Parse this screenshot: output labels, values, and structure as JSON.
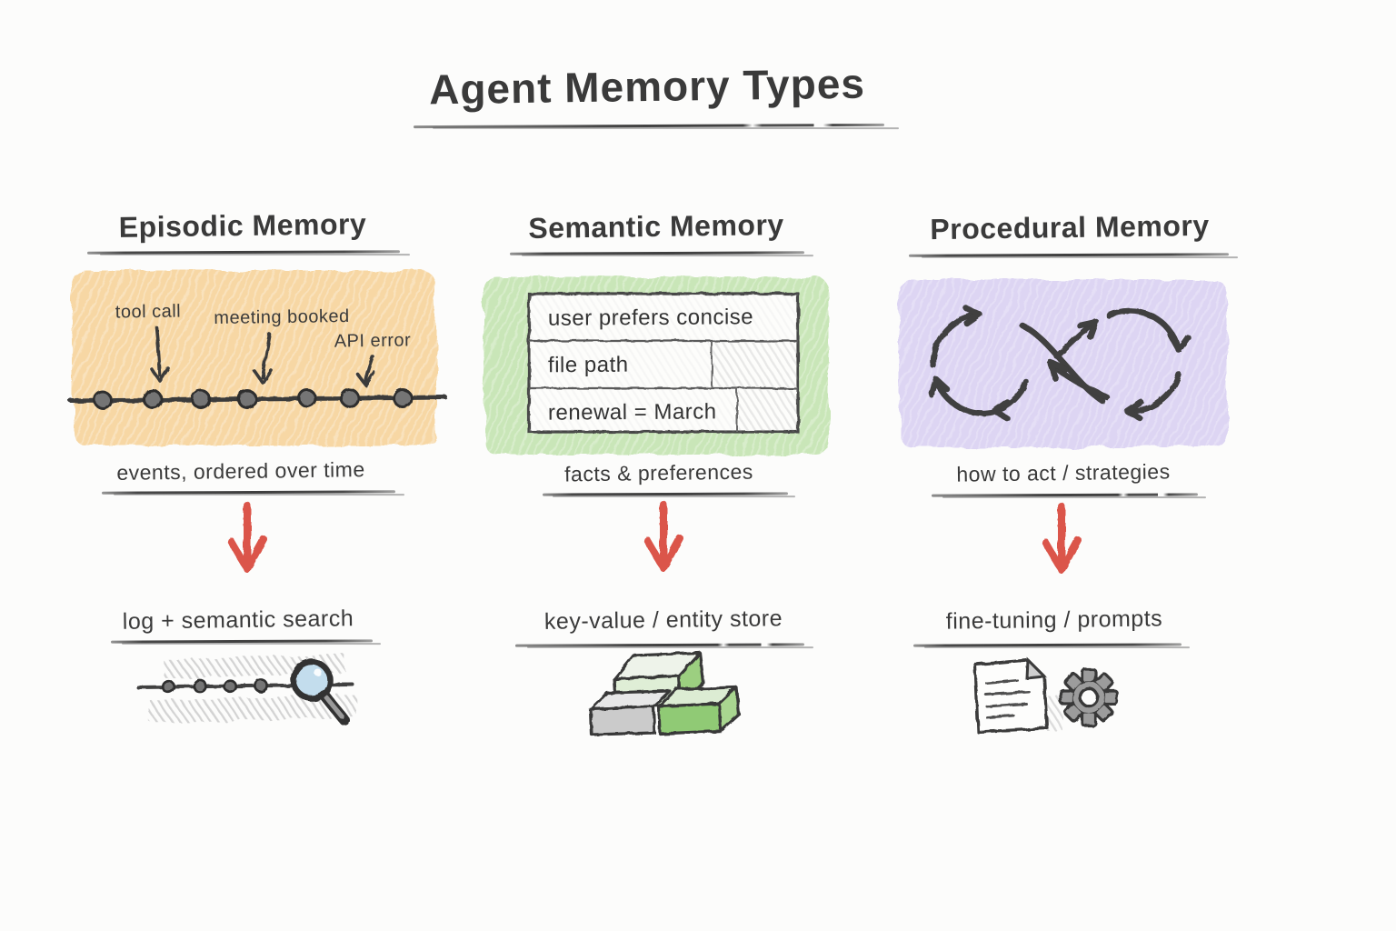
{
  "title": "Agent Memory Types",
  "colors": {
    "ink": "#3a3a3a",
    "arrow_red": "#d9473a",
    "episodic_highlight": "#f7d7a4",
    "semantic_highlight": "#c9e6b8",
    "procedural_highlight": "#ddd5f3"
  },
  "columns": [
    {
      "heading": "Episodic Memory",
      "graphic": "event-timeline",
      "annotations": [
        "tool call",
        "meeting booked",
        "API error"
      ],
      "caption": "events, ordered over time",
      "storage_label": "log + semantic search",
      "storage_icon": "timeline-search-icon"
    },
    {
      "heading": "Semantic Memory",
      "graphic": "fact-table",
      "table_rows": [
        "user prefers concise",
        "file path",
        "renewal = March"
      ],
      "caption": "facts & preferences",
      "storage_label": "key-value / entity store",
      "storage_icon": "bricks-icon"
    },
    {
      "heading": "Procedural Memory",
      "graphic": "infinity-loop",
      "caption": "how to act / strategies",
      "storage_label": "fine-tuning / prompts",
      "storage_icon": "document-gear-icon"
    }
  ]
}
